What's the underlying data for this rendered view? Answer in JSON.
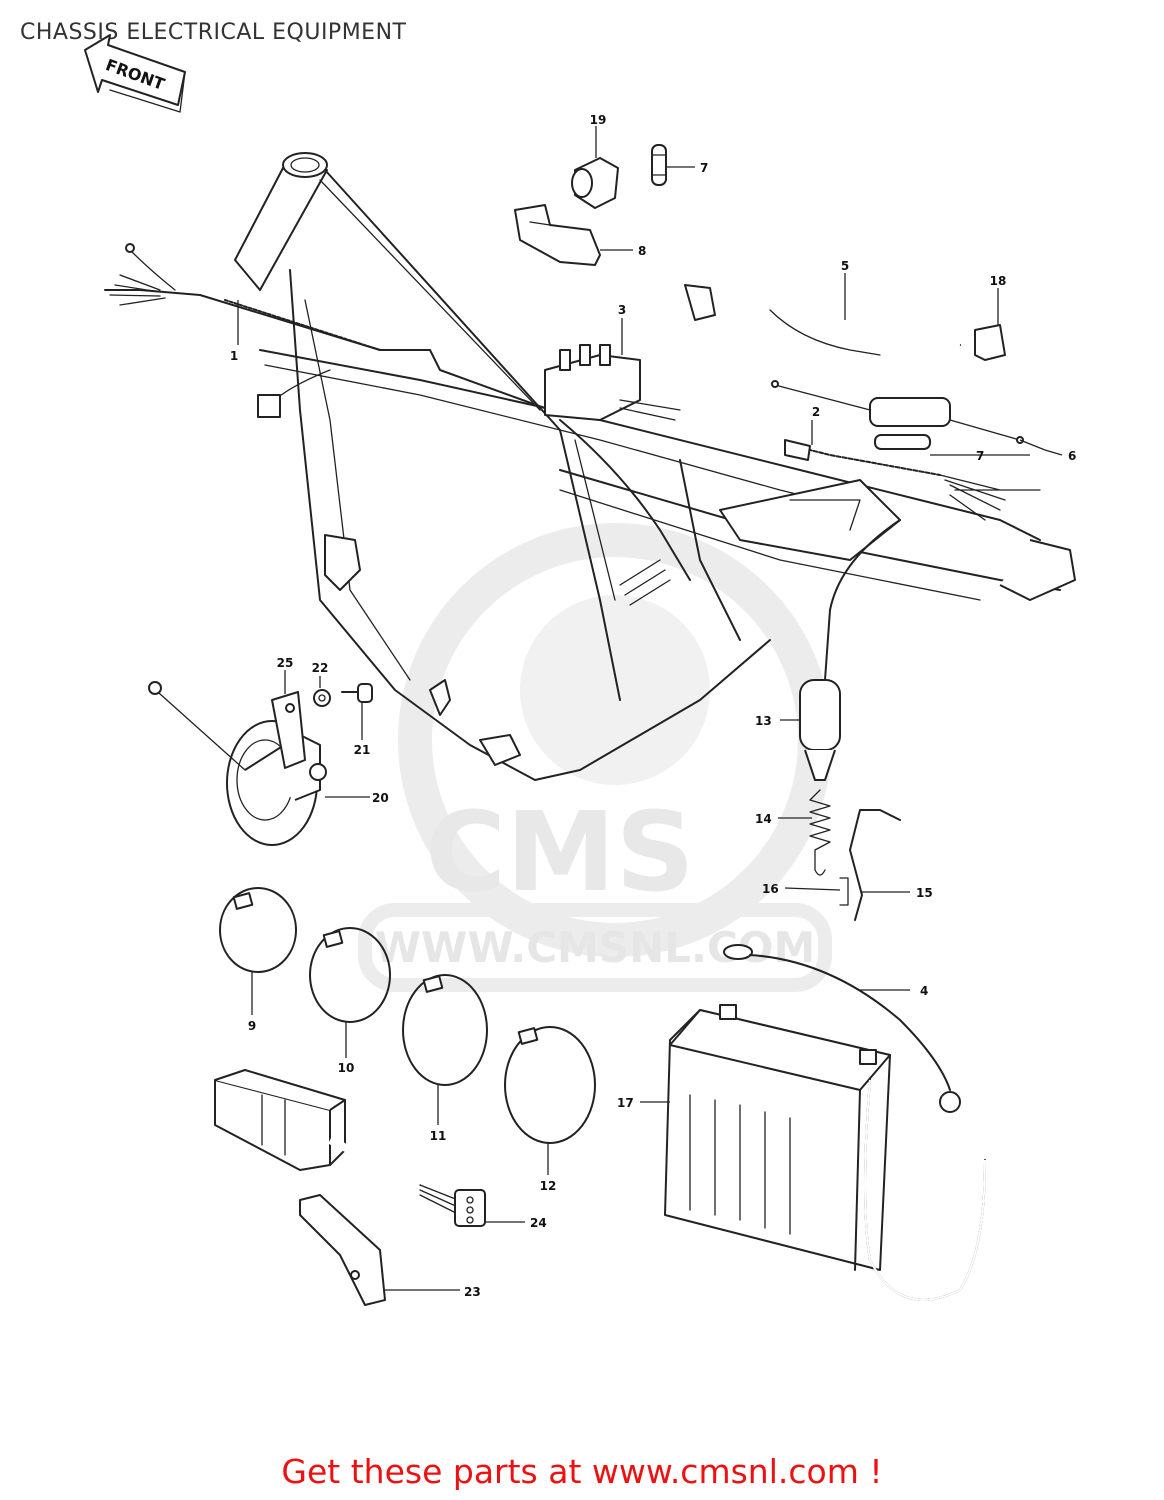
{
  "title": "CHASSIS ELECTRICAL EQUIPMENT",
  "arrow_label": "FRONT",
  "watermark": {
    "brand": "CMS",
    "url": "WWW.CMSNL.COM"
  },
  "footer": {
    "cta": "Get these parts at www.cmsnl.com !",
    "color": "#ee1111"
  },
  "parts": [
    {
      "id": "1",
      "label": "1"
    },
    {
      "id": "2",
      "label": "2"
    },
    {
      "id": "3",
      "label": "3"
    },
    {
      "id": "4",
      "label": "4"
    },
    {
      "id": "5",
      "label": "5"
    },
    {
      "id": "6",
      "label": "6"
    },
    {
      "id": "7a",
      "label": "7"
    },
    {
      "id": "7b",
      "label": "7"
    },
    {
      "id": "8",
      "label": "8"
    },
    {
      "id": "9",
      "label": "9"
    },
    {
      "id": "10",
      "label": "10"
    },
    {
      "id": "11",
      "label": "11"
    },
    {
      "id": "12",
      "label": "12"
    },
    {
      "id": "13",
      "label": "13"
    },
    {
      "id": "14",
      "label": "14"
    },
    {
      "id": "15",
      "label": "15"
    },
    {
      "id": "16",
      "label": "16"
    },
    {
      "id": "17",
      "label": "17"
    },
    {
      "id": "18",
      "label": "18"
    },
    {
      "id": "19",
      "label": "19"
    },
    {
      "id": "20",
      "label": "20"
    },
    {
      "id": "21",
      "label": "21"
    },
    {
      "id": "22",
      "label": "22"
    },
    {
      "id": "23",
      "label": "23"
    },
    {
      "id": "24",
      "label": "24"
    },
    {
      "id": "25",
      "label": "25"
    }
  ]
}
